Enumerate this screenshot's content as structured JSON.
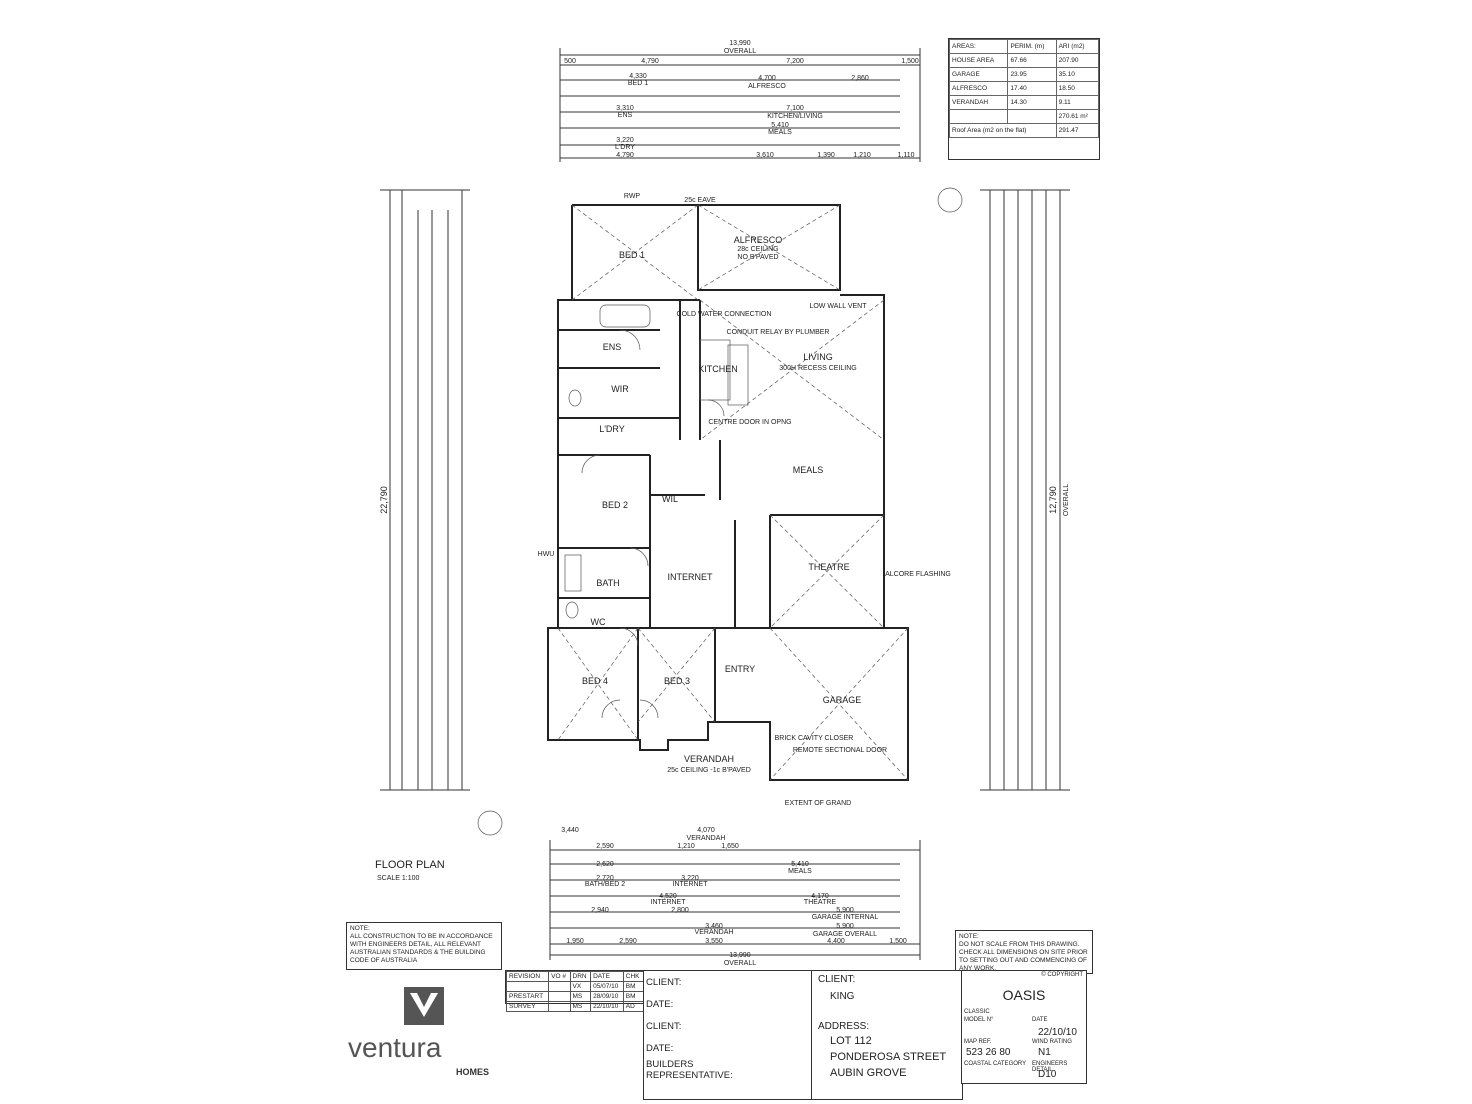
{
  "areas": {
    "title": "AREAS:",
    "headers": [
      "PERIM. (m)",
      "ARI (m2)"
    ],
    "rows": [
      {
        "name": "HOUSE AREA",
        "perim": "67.66",
        "area": "207.90"
      },
      {
        "name": "GARAGE",
        "perim": "23.95",
        "area": "35.10"
      },
      {
        "name": "ALFRESCO",
        "perim": "17.40",
        "area": "18.50"
      },
      {
        "name": "VERANDAH",
        "perim": "14.30",
        "area": "9.11"
      },
      {
        "name": "",
        "perim": "",
        "area": "270.61 m²"
      }
    ],
    "roof": "Roof Area (m2 on the flat)",
    "roof_value": "291.47"
  },
  "plan": {
    "title": "FLOOR PLAN",
    "scale": "SCALE 1:100",
    "overall_top": "13,990",
    "overall_bottom": "13,990",
    "overall_left": "22,790",
    "overall_right": "12,790",
    "overall_word": "OVERALL",
    "rooms": [
      "BED 1",
      "ALFRESCO",
      "ENS",
      "WIR",
      "KITCHEN",
      "LIVING",
      "L'DRY",
      "MEALS",
      "BED 2",
      "WIL",
      "THEATRE",
      "INTERNET",
      "BATH",
      "WC",
      "BED 4",
      "BED 3",
      "ENTRY",
      "GARAGE",
      "VERANDAH"
    ],
    "notes": [
      "25c EAVE",
      "28c CEILING",
      "NO B'PAVED",
      "LOW WALL VENT",
      "COLD WATER CONNECTION",
      "CONDUIT RELAY BY PLUMBER",
      "300H RECESS CEILING",
      "CENTRE DOOR IN OPNG",
      "REMOTE SECTIONAL DOOR",
      "BRICK CAVITY CLOSER",
      "25c CEILING -1c B'PAVED",
      "EXTENT OF GRAND",
      "ALCORE FLASHING",
      "HWU",
      "RWP"
    ]
  },
  "notes": {
    "left_title": "NOTE:",
    "left": "ALL CONSTRUCTION TO BE IN ACCORDANCE WITH ENGINEERS DETAIL, ALL RELEVANT AUSTRALIAN STANDARDS & THE BUILDING CODE OF AUSTRALIA",
    "right_title": "NOTE:",
    "right": "DO NOT SCALE FROM THIS DRAWING. CHECK ALL DIMENSIONS ON SITE PRIOR TO SETTING OUT AND COMMENCING OF ANY WORK."
  },
  "revisions": {
    "headers": [
      "REVISION",
      "VO #",
      "DRN",
      "DATE",
      "CHK"
    ],
    "rows": [
      [
        "",
        "",
        "VX",
        "05/07/10",
        "BM"
      ],
      [
        "PRESTART",
        "",
        "MS",
        "28/09/10",
        "BM"
      ],
      [
        "SURVEY",
        "",
        "MS",
        "22/10/10",
        "AD"
      ]
    ]
  },
  "client_dates": {
    "client1": "CLIENT:",
    "date1": "DATE:",
    "client2": "CLIENT:",
    "date2": "DATE:",
    "builders": "BUILDERS REPRESENTATIVE:"
  },
  "client": {
    "label": "CLIENT:",
    "name": "KING",
    "address_label": "ADDRESS:",
    "address_lines": [
      "LOT 112",
      "PONDEROSA STREET",
      "AUBIN GROVE"
    ]
  },
  "title_block": {
    "copyright": "© COPYRIGHT",
    "design": "OASIS",
    "range": "CLASSIC",
    "model_label": "MODEL N°",
    "date_label": "DATE",
    "date": "22/10/10",
    "map_label": "MAP REF.",
    "map_ref": "523 26 80",
    "wind_label": "WIND RATING",
    "wind": "N1",
    "coastal_label": "COASTAL CATEGORY",
    "eng_label": "ENGINEERS DETAIL",
    "eng": "D10"
  },
  "logo": {
    "brand": "ventura",
    "sub": "HOMES"
  }
}
